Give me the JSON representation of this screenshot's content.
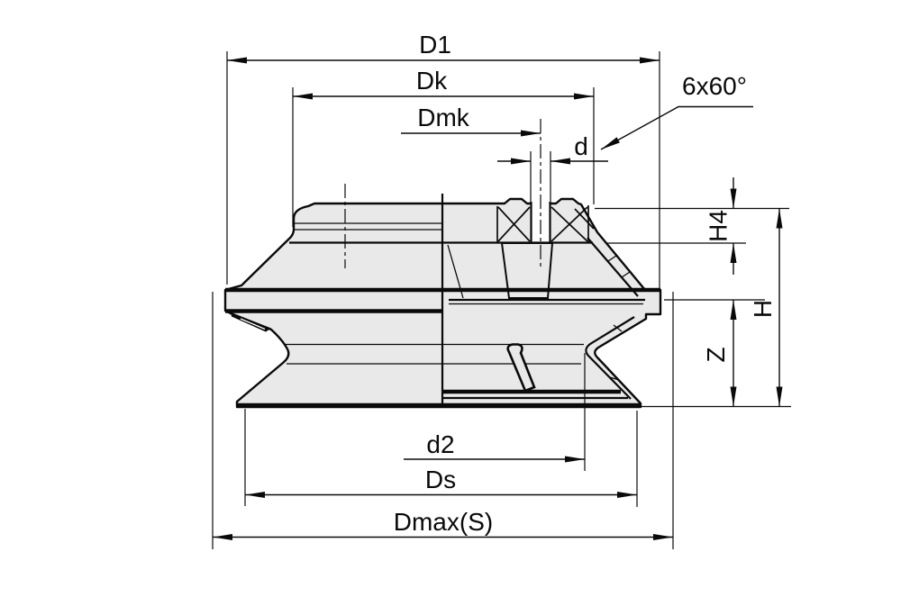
{
  "drawing": {
    "dimensions": {
      "d1": {
        "label": "D1"
      },
      "dk": {
        "label": "Dk"
      },
      "dmk": {
        "label": "Dmk"
      },
      "d": {
        "label": "d"
      },
      "hole_pattern": {
        "label": "6x60°"
      },
      "h4": {
        "label": "H4"
      },
      "h": {
        "label": "H"
      },
      "z": {
        "label": "Z"
      },
      "d2": {
        "label": "d2"
      },
      "ds": {
        "label": "Ds"
      },
      "dmax": {
        "label": "Dmax(S)"
      }
    },
    "colors": {
      "background": "#ffffff",
      "part_fill": "#e9e9e9",
      "line": "#0a0a0a"
    }
  }
}
